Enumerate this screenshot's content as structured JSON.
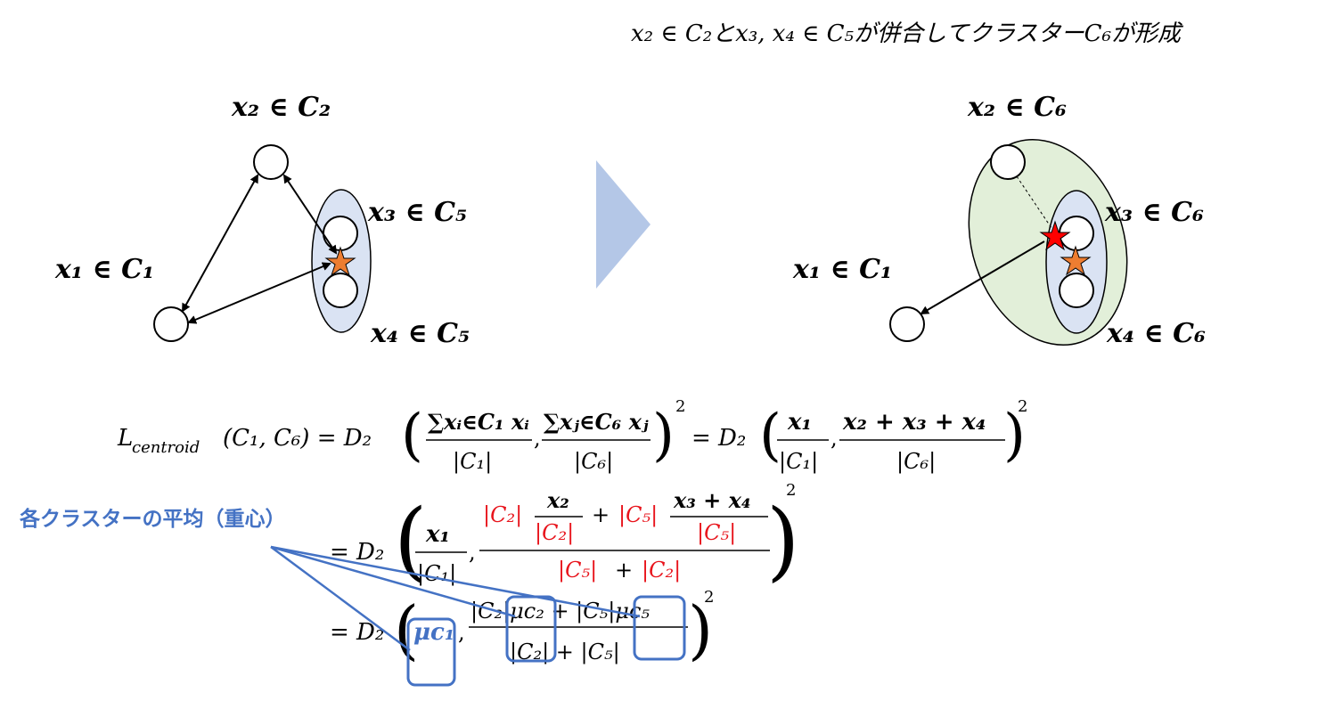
{
  "header": {
    "title_math": "x₂ ∈ C₂とx₃, x₄ ∈ C₅が併合してクラスターC₆が形成"
  },
  "left_diagram": {
    "label_x2": "x₂ ∈ C₂",
    "label_x3": "x₃ ∈ C₅",
    "label_x1": "x₁ ∈ C₁",
    "label_x4": "x₄ ∈ C₅"
  },
  "right_diagram": {
    "label_x2": "x₂ ∈ C₆",
    "label_x3": "x₃ ∈ C₆",
    "label_x1": "x₁ ∈ C₁",
    "label_x4": "x₄ ∈ C₆"
  },
  "equations": {
    "line1_lhs": "L",
    "line1_lhs_sub": "centroid",
    "line1_args": "(C₁, C₆) = D₂",
    "line1_sum1": "∑xᵢ∈C₁ xᵢ",
    "line1_den1": "|C₁|",
    "line1_sum2": "∑xⱼ∈C₆ xⱼ",
    "line1_den2": "|C₆|",
    "line1_eq2": "= D₂",
    "line1_frac3_num": "x₁",
    "line1_frac3_den": "|C₁|",
    "line1_frac4_num": "x₂ + x₃ + x₄",
    "line1_frac4_den": "|C₆|",
    "line2_eq": "= D₂",
    "line2_x1": "x₁",
    "line2_c1": "|C₁|",
    "line2_a": "|C₂|",
    "line2_b_num": "x₂",
    "line2_b_den": "|C₂|",
    "line2_plus": "+",
    "line2_c": "|C₅|",
    "line2_d_num": "x₃ + x₄",
    "line2_d_den": "|C₅|",
    "line2_den_a": "|C₅|",
    "line2_den_plus": "+",
    "line2_den_b": "|C₂|",
    "line3_eq": "= D₂",
    "line3_mu1": "μc₁",
    "line3_num": "|C₂|μc₂ + |C₅|μc₅",
    "line3_den": "|C₂| + |C₅|",
    "power": "2"
  },
  "annotation": {
    "label": "各クラスターの平均（重心）"
  }
}
